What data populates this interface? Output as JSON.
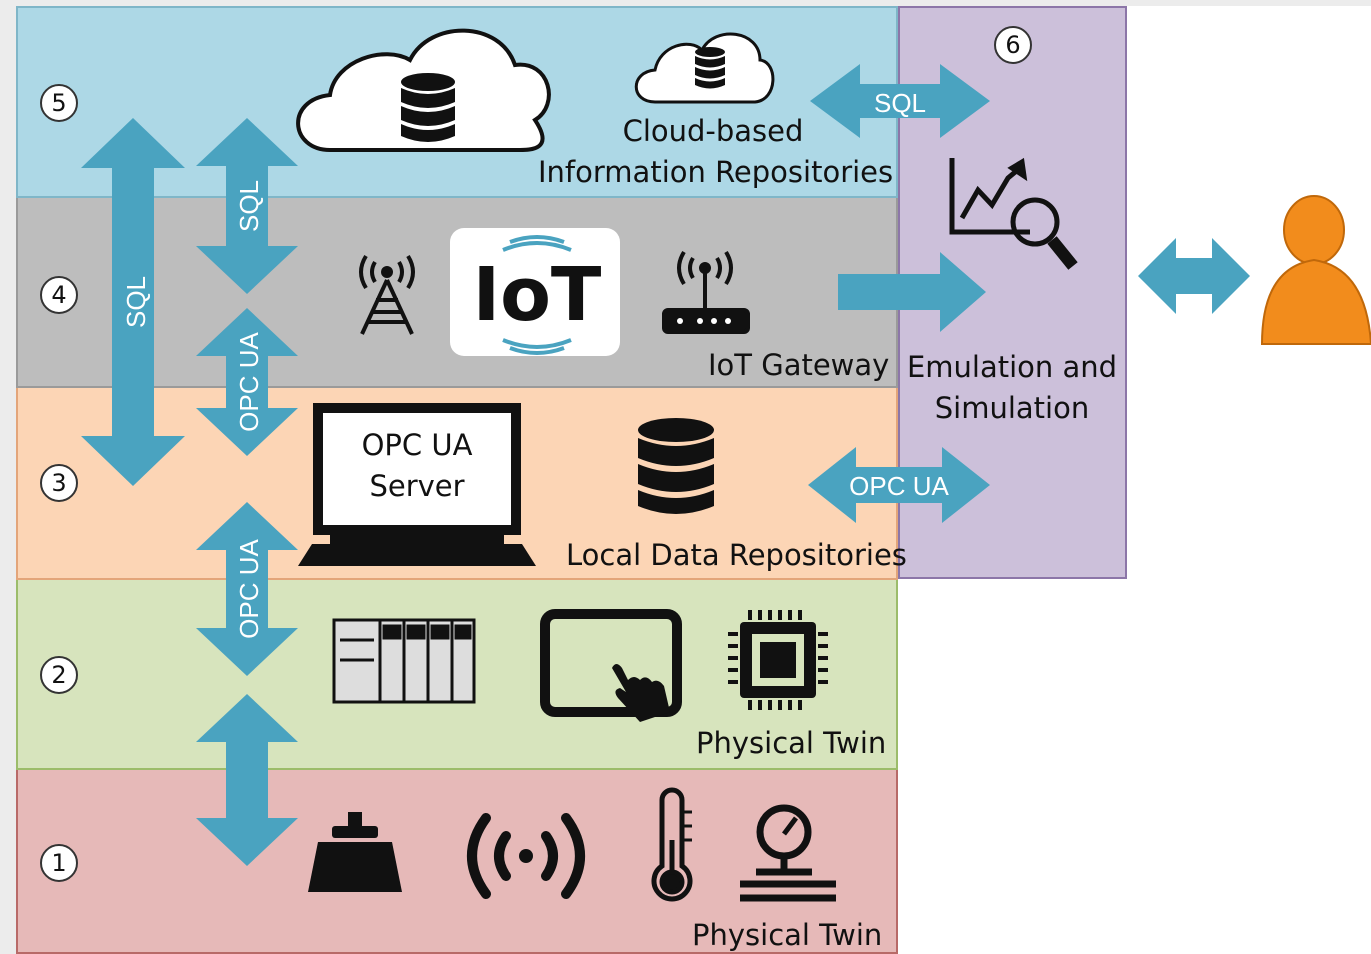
{
  "layers": {
    "l5": {
      "number": "5",
      "label_line1": "Cloud-based",
      "label_line2": "Information Repositories"
    },
    "l4": {
      "number": "4",
      "label": "IoT Gateway",
      "logo_text": "IoT"
    },
    "l3": {
      "number": "3",
      "label": "Local Data Repositories",
      "server_line1": "OPC UA",
      "server_line2": "Server"
    },
    "l2": {
      "number": "2",
      "label": "Physical Twin"
    },
    "l1": {
      "number": "1",
      "label": "Physical Twin"
    }
  },
  "emulation": {
    "number": "6",
    "label_line1": "Emulation and",
    "label_line2": "Simulation"
  },
  "arrows": {
    "sql_vertical_long": "SQL",
    "sql_vertical_short": "SQL",
    "opcua_4_3": "OPC UA",
    "opcua_3_2": "OPC UA",
    "sql_horizontal": "SQL",
    "opcua_horizontal": "OPC UA"
  },
  "icons": [
    "cloud-database-icon",
    "small-cloud-database-icon",
    "radio-tower-icon",
    "iot-logo",
    "router-icon",
    "analytics-search-icon",
    "computer-monitor-icon",
    "database-icon",
    "plc-rack-icon",
    "touch-screen-icon",
    "microchip-icon",
    "stepper-motor-icon",
    "wireless-signal-icon",
    "thermometer-icon",
    "pressure-gauge-icon",
    "user-icon"
  ],
  "colors": {
    "arrow": "#4aa3c0",
    "layer5": "#add8e6",
    "layer4": "#bdbdbd",
    "layer3": "#fcd5b5",
    "layer2": "#d7e4bd",
    "layer1": "#e6b9b8",
    "emulation": "#ccc0da",
    "user": "#f28c1c"
  }
}
